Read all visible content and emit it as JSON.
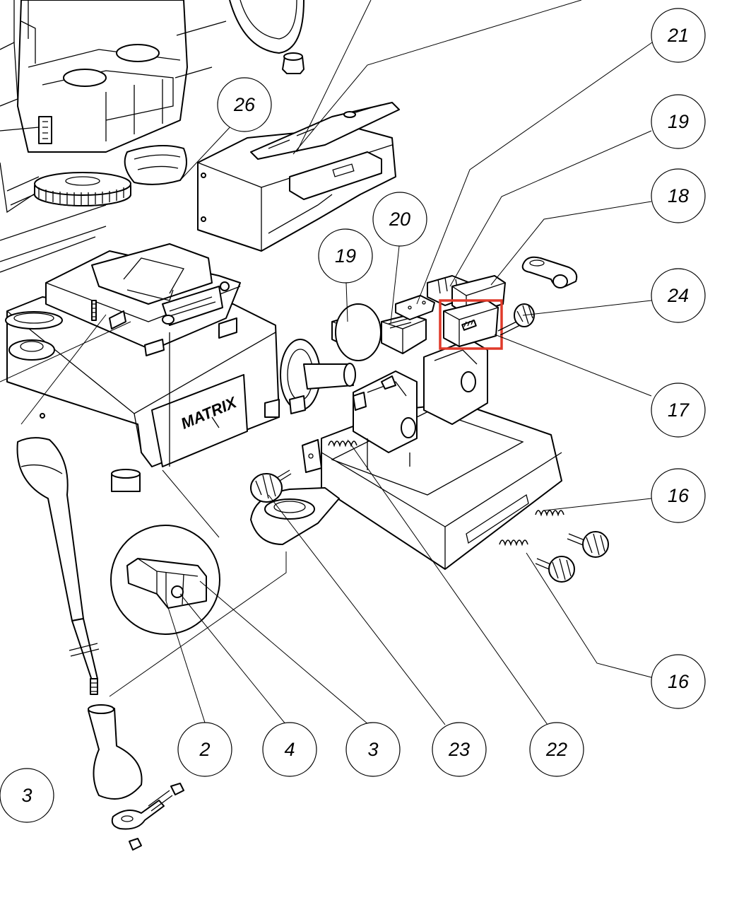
{
  "brand_label": "MATRIX",
  "highlight_color": "#e03a2a",
  "callouts": [
    {
      "id": "c21",
      "label": "21"
    },
    {
      "id": "c19a",
      "label": "19"
    },
    {
      "id": "c18",
      "label": "18"
    },
    {
      "id": "c24",
      "label": "24"
    },
    {
      "id": "c17",
      "label": "17"
    },
    {
      "id": "c16a",
      "label": "16"
    },
    {
      "id": "c16b",
      "label": "16"
    },
    {
      "id": "c26",
      "label": "26"
    },
    {
      "id": "c20",
      "label": "20"
    },
    {
      "id": "c19b",
      "label": "19"
    },
    {
      "id": "c2",
      "label": "2"
    },
    {
      "id": "c4",
      "label": "4"
    },
    {
      "id": "c3a",
      "label": "3"
    },
    {
      "id": "c23",
      "label": "23"
    },
    {
      "id": "c22",
      "label": "22"
    },
    {
      "id": "c3b",
      "label": "3"
    }
  ]
}
